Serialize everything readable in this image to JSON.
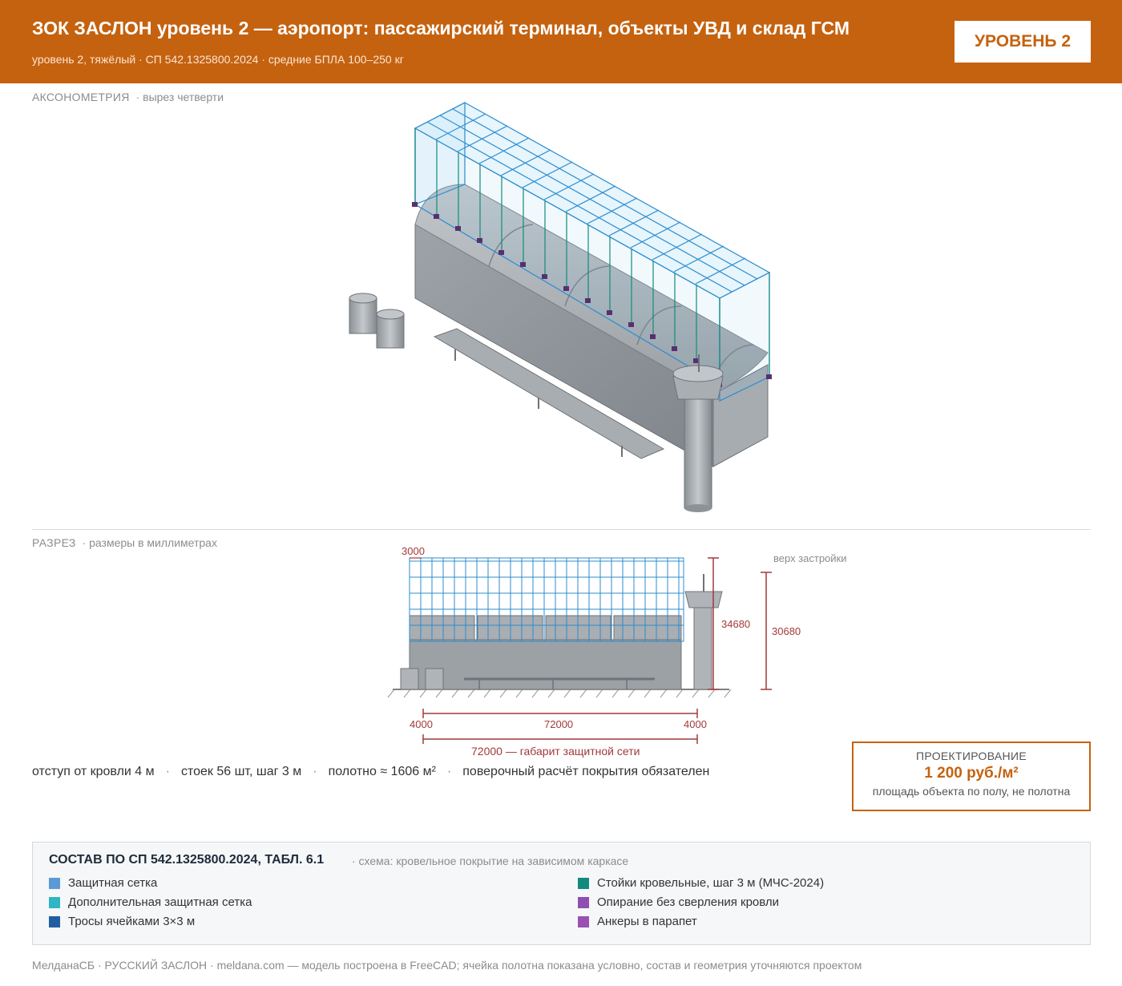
{
  "header": {
    "title": "ЗОК ЗАСЛОН уровень 2 — аэропорт: пассажирский терминал, объекты УВД и склад ГСМ",
    "subtitle": "уровень 2, тяжёлый · СП 542.1325800.2024 · средние БПЛА 100–250 кг",
    "level_badge": "УРОВЕНЬ 2"
  },
  "axonometry": {
    "label": "АКСОНОМЕТРИЯ",
    "sublabel": "· вырез четверти"
  },
  "section": {
    "label": "РАЗРЕЗ",
    "sublabel": "· размеры в миллиметрах",
    "dims": {
      "top_offset": "3000",
      "height_total": "34680",
      "height_building": "30680",
      "build_top_label": "верх застройки",
      "left_margin": "4000",
      "length": "72000",
      "right_margin": "4000",
      "net_span": "72000 — габарит защитной сети"
    }
  },
  "stats": {
    "roof_offset": "отступ от кровли 4 м",
    "posts": "стоек 56 шт, шаг 3 м",
    "fabric": "полотно ≈ 1606 м²",
    "check": "поверочный расчёт покрытия обязателен"
  },
  "price": {
    "label": "ПРОЕКТИРОВАНИЕ",
    "value": "1 200 руб./м²",
    "note": "площадь объекта по полу, не полотна"
  },
  "composition": {
    "title": "СОСТАВ ПО СП 542.1325800.2024, ТАБЛ. 6.1",
    "scheme": "· схема: кровельное покрытие на зависимом каркасе",
    "items": [
      {
        "label": "Защитная сетка",
        "color": "#5b9bd5"
      },
      {
        "label": "Дополнительная защитная сетка",
        "color": "#2fb5c3"
      },
      {
        "label": "Тросы ячейками 3×3 м",
        "color": "#1f5fa0"
      },
      {
        "label": "Стойки кровельные, шаг 3 м (МЧС-2024)",
        "color": "#138a7e"
      },
      {
        "label": "Опирание без сверления кровли",
        "color": "#8e4fb0"
      },
      {
        "label": "Анкеры в парапет",
        "color": "#9b51b3"
      }
    ]
  },
  "footer": {
    "text": "МелданаСБ · РУССКИЙ ЗАСЛОН · meldana.com — модель построена в FreeCAD; ячейка полотна показана условно, состав и геометрия уточняются проектом"
  },
  "colors": {
    "accent": "#c5620f",
    "dimension": "#a23a3a",
    "net": "#2b8ccf"
  }
}
